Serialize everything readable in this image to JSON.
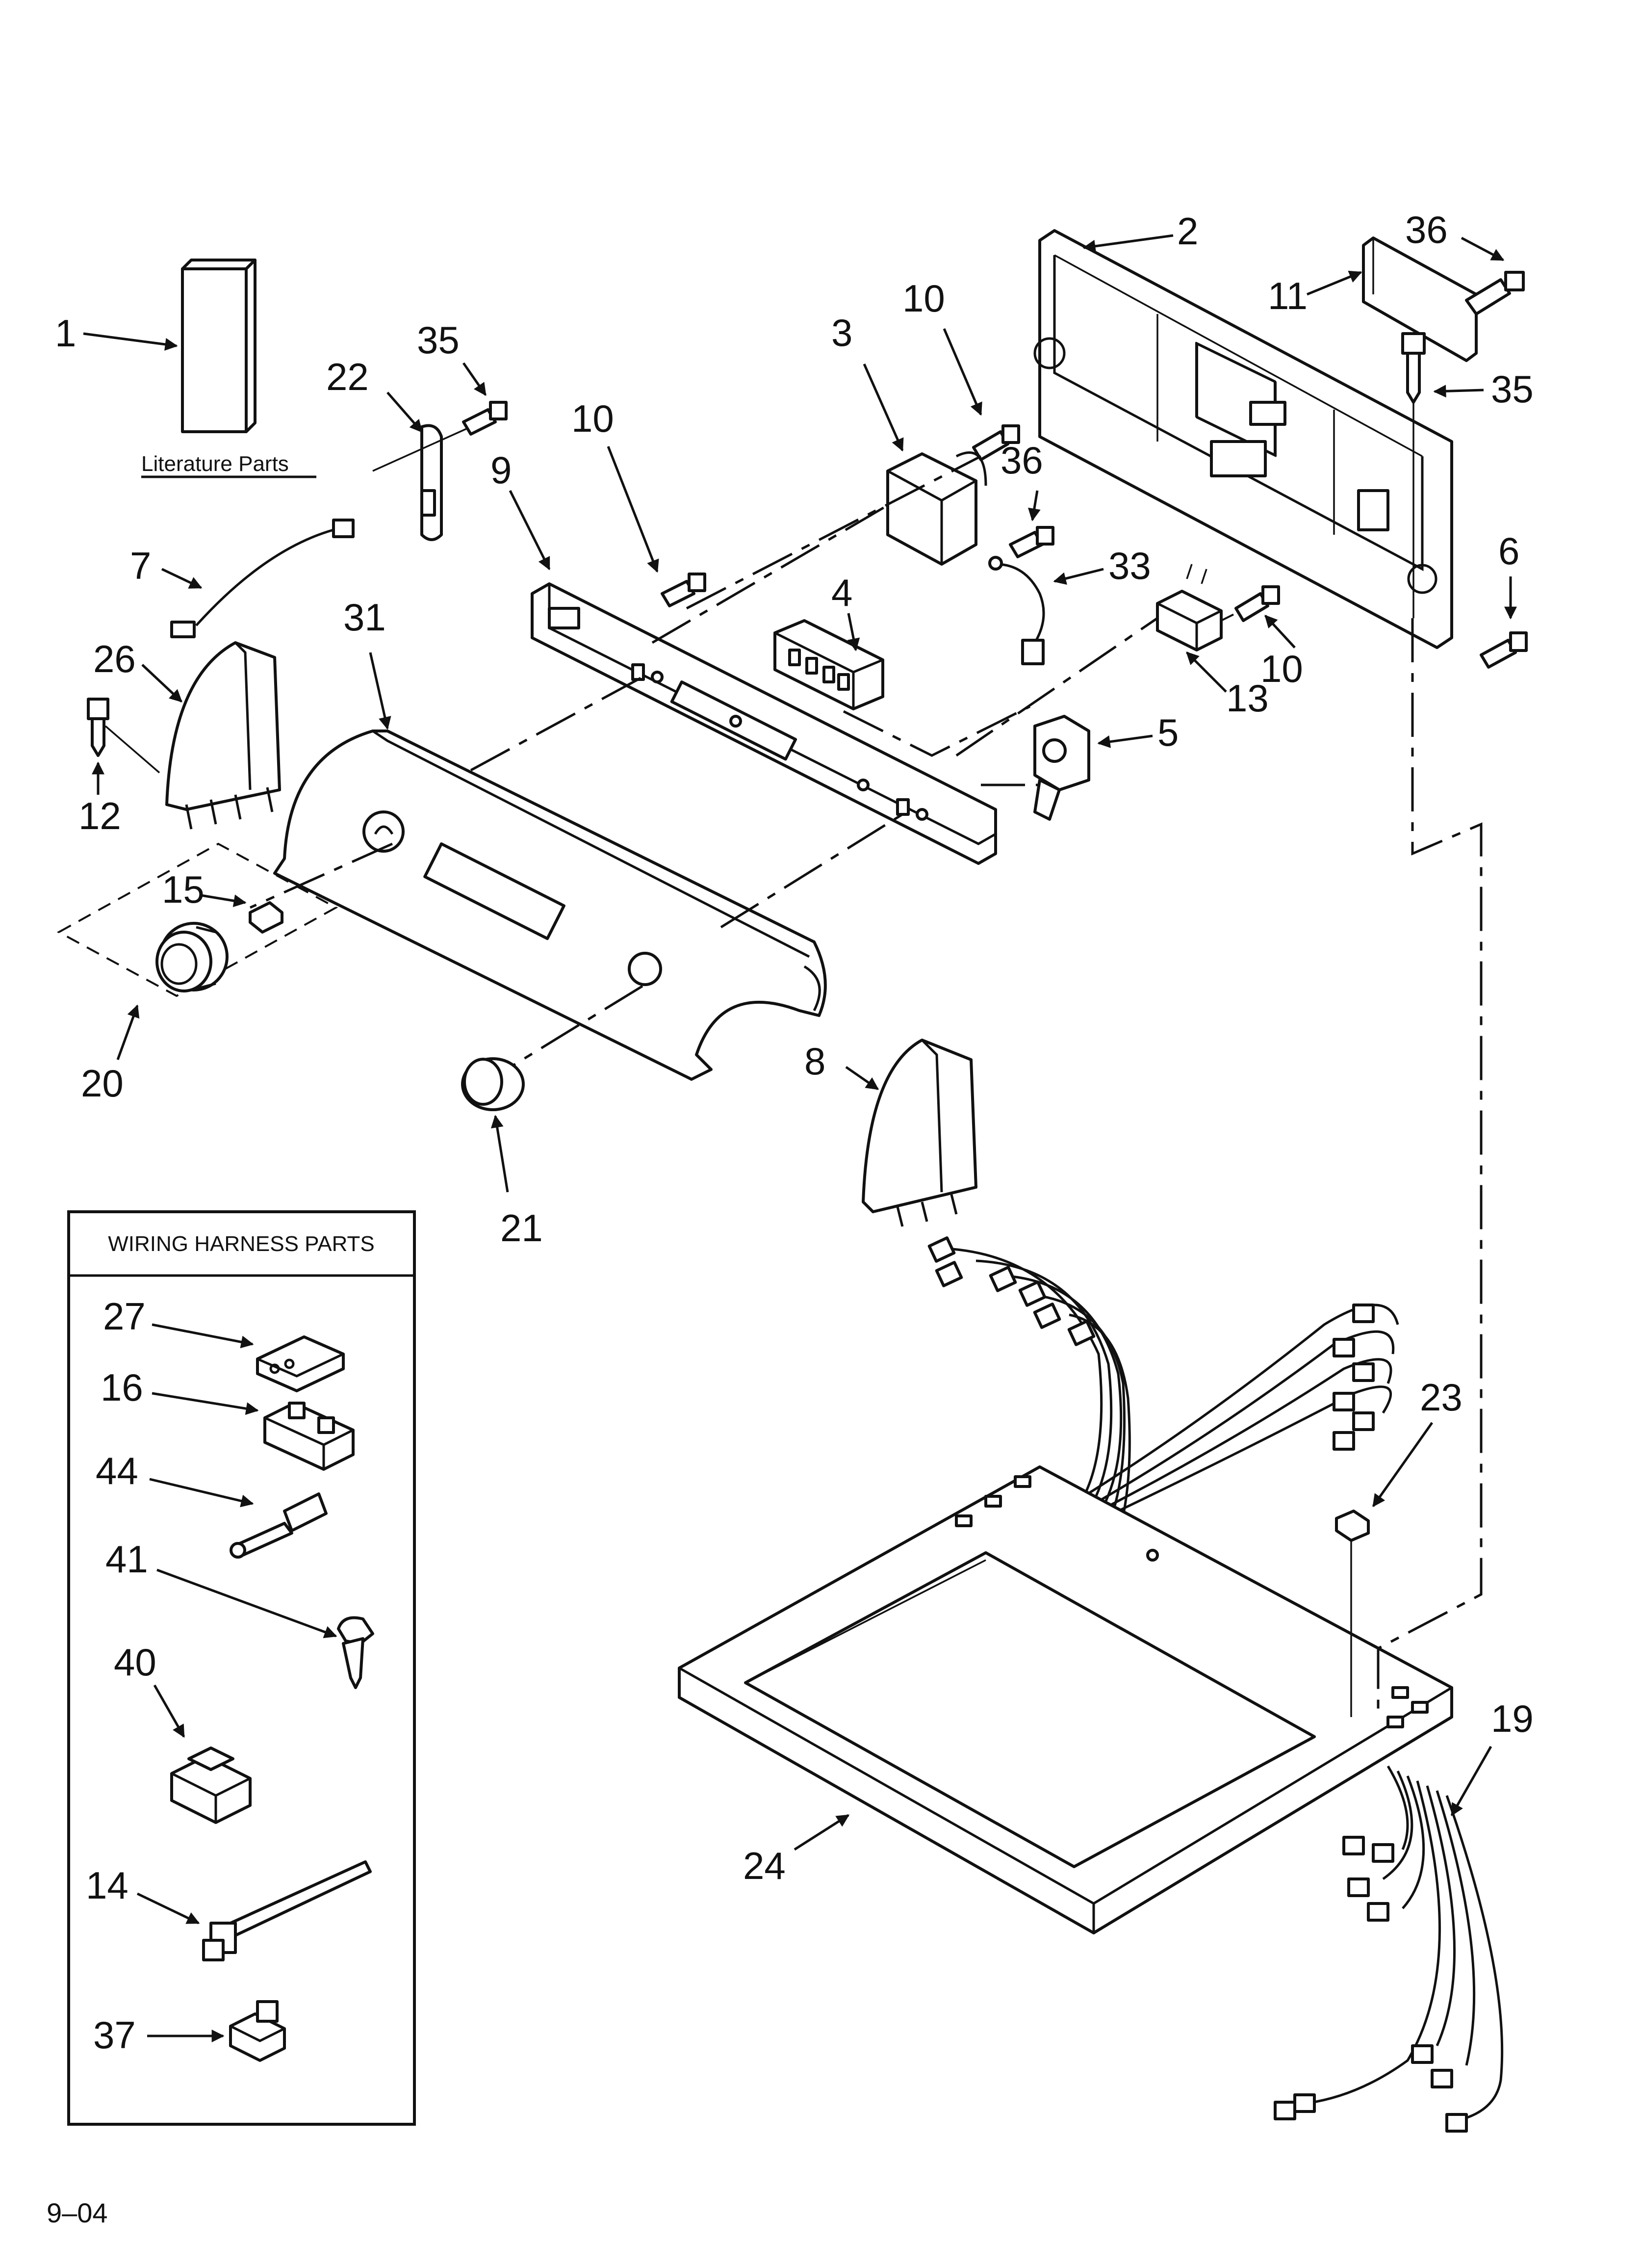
{
  "literature_label": "Literature Parts",
  "wiring_box_title": "WIRING HARNESS PARTS",
  "footer_code": "9–04",
  "callouts": {
    "c1": "1",
    "c2": "2",
    "c3": "3",
    "c4": "4",
    "c5": "5",
    "c6": "6",
    "c7": "7",
    "c8": "8",
    "c9": "9",
    "c10a": "10",
    "c10b": "10",
    "c10c": "10",
    "c11": "11",
    "c12": "12",
    "c13": "13",
    "c14": "14",
    "c15": "15",
    "c16": "16",
    "c19": "19",
    "c20": "20",
    "c21": "21",
    "c22": "22",
    "c23": "23",
    "c24": "24",
    "c26": "26",
    "c27": "27",
    "c31": "31",
    "c33": "33",
    "c35a": "35",
    "c35b": "35",
    "c36a": "36",
    "c36b": "36",
    "c37": "37",
    "c40": "40",
    "c41": "41",
    "c44": "44"
  }
}
